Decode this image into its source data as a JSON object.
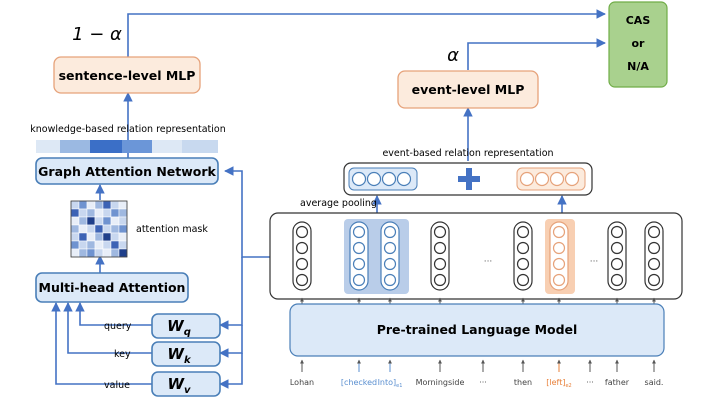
{
  "labels": {
    "one_minus_alpha": "1 − α",
    "alpha": "α",
    "cas": "CAS",
    "or": "or",
    "na": "N/A",
    "sentence_mlp": "sentence-level MLP",
    "event_mlp": "event-level MLP",
    "knowledge_rep": "knowledge-based relation representation",
    "event_rep": "event-based relation representation",
    "gat": "Graph Attention Network",
    "attention_mask": "attention mask",
    "average_pooling": "average pooling",
    "mha": "Multi-head Attention",
    "query": "query",
    "key": "key",
    "value": "value",
    "w_letter": "W",
    "w_q_sub": "q",
    "w_k_sub": "k",
    "w_v_sub": "v",
    "plm": "Pre-trained Language Model",
    "ellipsis": "···",
    "e1_tag": "e1",
    "e2_tag": "e2"
  },
  "tokens": [
    {
      "text": "Lohan",
      "type": "plain"
    },
    {
      "text": "[checked",
      "type": "e1"
    },
    {
      "text": "Into]",
      "type": "e1",
      "tag": "e1"
    },
    {
      "text": "Morningside",
      "type": "plain"
    },
    {
      "text": "···",
      "type": "plain"
    },
    {
      "text": "then",
      "type": "plain"
    },
    {
      "text": "[left]",
      "type": "e2",
      "tag": "e2"
    },
    {
      "text": "···",
      "type": "plain"
    },
    {
      "text": "father",
      "type": "plain"
    },
    {
      "text": "said.",
      "type": "plain"
    }
  ],
  "colors": {
    "arrow": "#4472c4",
    "blue_box": "#dce9f8",
    "blue_stroke": "#4a7fb8",
    "orange_box": "#fcebdd",
    "orange_stroke": "#e6a27a",
    "green_box": "#a9d18e",
    "green_stroke": "#70ad47",
    "e1_text": "#5a8fd0",
    "e2_text": "#e8803a",
    "highlight_blue": "#b9cde9",
    "highlight_orange": "#f8cfb2"
  }
}
